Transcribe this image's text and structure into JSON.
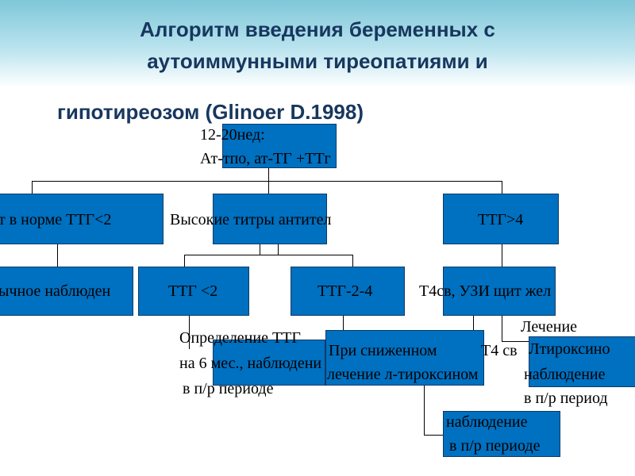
{
  "title": {
    "line1": "Алгоритм введения беременных с",
    "line2": "аутоиммунными тиреопатиями и",
    "line3": "гипотиреозом   (Glinoer D.1998)"
  },
  "nodes": {
    "root": {
      "line1": "12-20нед:",
      "line2": "Ат-тпо, ат-ТГ +ТТг"
    },
    "left": "т в норме ТТГ<2",
    "middle": "Высокие титры антител",
    "right": "ТТГ>4",
    "observation": "ычное наблюден",
    "tsh_low": "ТТГ <2",
    "tsh_mid": "ТТГ-2-4",
    "t4_us": "Т4св, УЗИ щит жел",
    "determine": {
      "line1": "Определение ТТГ",
      "line2": "на 6 мес., наблюдени",
      "line3": "в п/р периоде"
    },
    "reduced": {
      "line1": "При сниженном",
      "line2": "Т4 св",
      "line3": "лечение л-тироксином"
    },
    "followup": {
      "line1": "наблюдение",
      "line2": "в п/р периоде"
    },
    "treatment": {
      "line1": "Лечение",
      "line2": "Лтироксино",
      "line3": "наблюдение",
      "line4": "в п/р период"
    }
  }
}
